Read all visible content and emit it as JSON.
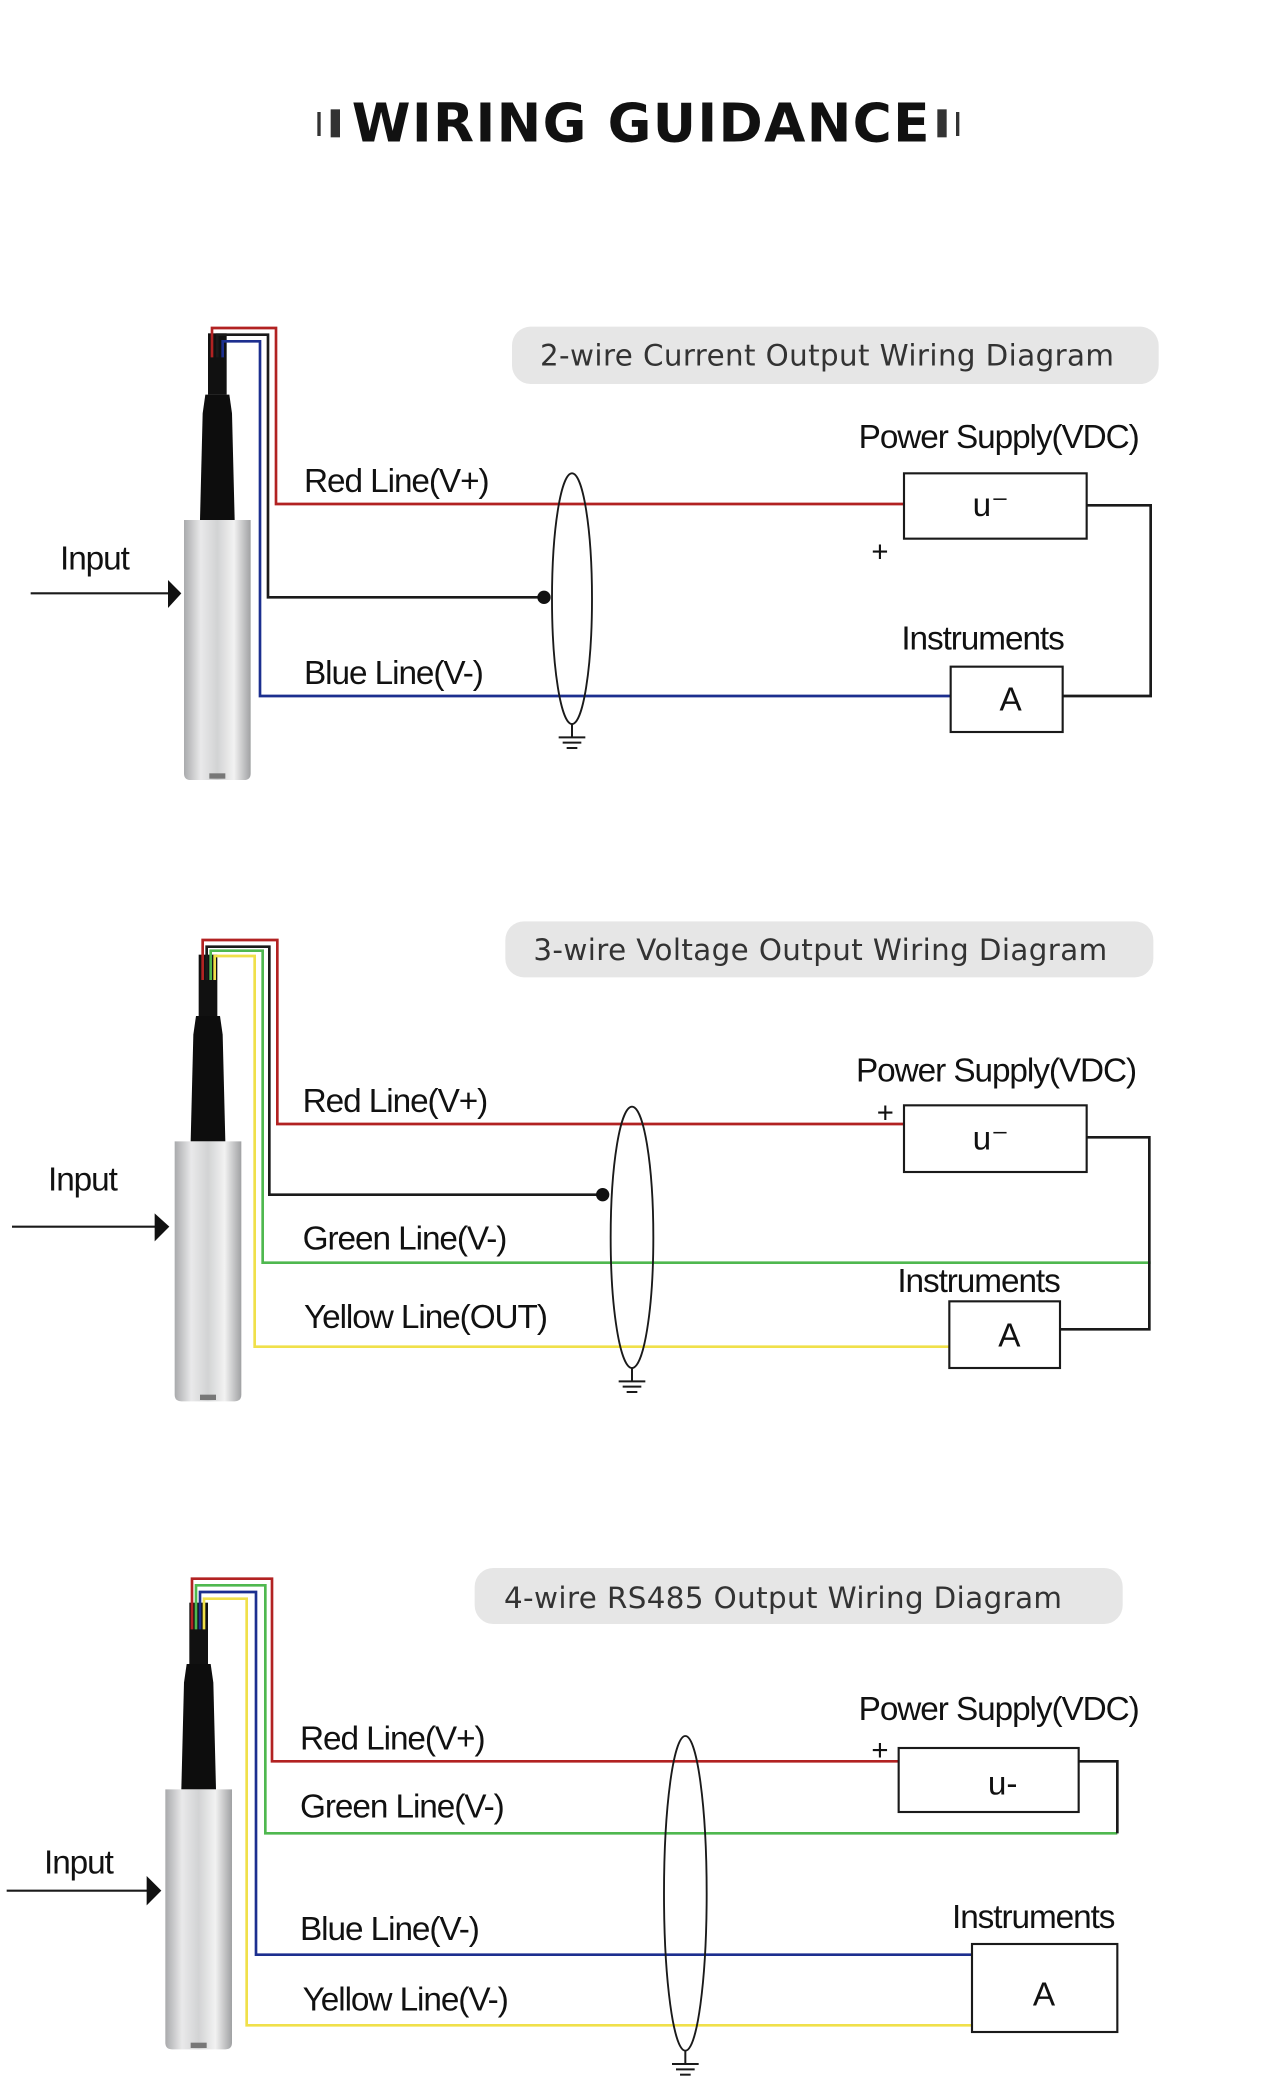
{
  "page": {
    "title": "WIRING GUIDANCE"
  },
  "colors": {
    "red": "#b22222",
    "black": "#1a1a1a",
    "blue": "#1c2f8f",
    "green": "#4fb84f",
    "yellow": "#f0e04a",
    "pill_bg": "#e6e6e6"
  },
  "diagrams": [
    {
      "heading": "2-wire Current Output Wiring Diagram",
      "input_label": "Input",
      "power_label": "Power Supply(VDC)",
      "power_box_text": "u⁻",
      "plus_sign": "+",
      "instruments_label": "Instruments",
      "instruments_box_text": "A",
      "wires": [
        {
          "label": "Red Line(V+)",
          "color": "red"
        },
        {
          "label": "",
          "color": "black",
          "note": "shield"
        },
        {
          "label": "Blue Line(V-)",
          "color": "blue"
        }
      ]
    },
    {
      "heading": "3-wire Voltage Output Wiring Diagram",
      "input_label": "Input",
      "power_label": "Power Supply(VDC)",
      "power_box_text": "u⁻",
      "plus_sign": "+",
      "instruments_label": "Instruments",
      "instruments_box_text": "A",
      "wires": [
        {
          "label": "Red Line(V+)",
          "color": "red"
        },
        {
          "label": "",
          "color": "black",
          "note": "shield"
        },
        {
          "label": "Green Line(V-)",
          "color": "green"
        },
        {
          "label": "Yellow Line(OUT)",
          "color": "yellow"
        }
      ]
    },
    {
      "heading": "4-wire RS485 Output Wiring Diagram",
      "input_label": "Input",
      "power_label": "Power Supply(VDC)",
      "power_box_text": "u-",
      "plus_sign": "+",
      "instruments_label": "Instruments",
      "instruments_box_text": "A",
      "wires": [
        {
          "label": "Red Line(V+)",
          "color": "red"
        },
        {
          "label": "Green Line(V-)",
          "color": "green"
        },
        {
          "label": "Blue Line(V-)",
          "color": "blue"
        },
        {
          "label": "Yellow Line(V-)",
          "color": "yellow"
        }
      ]
    }
  ]
}
